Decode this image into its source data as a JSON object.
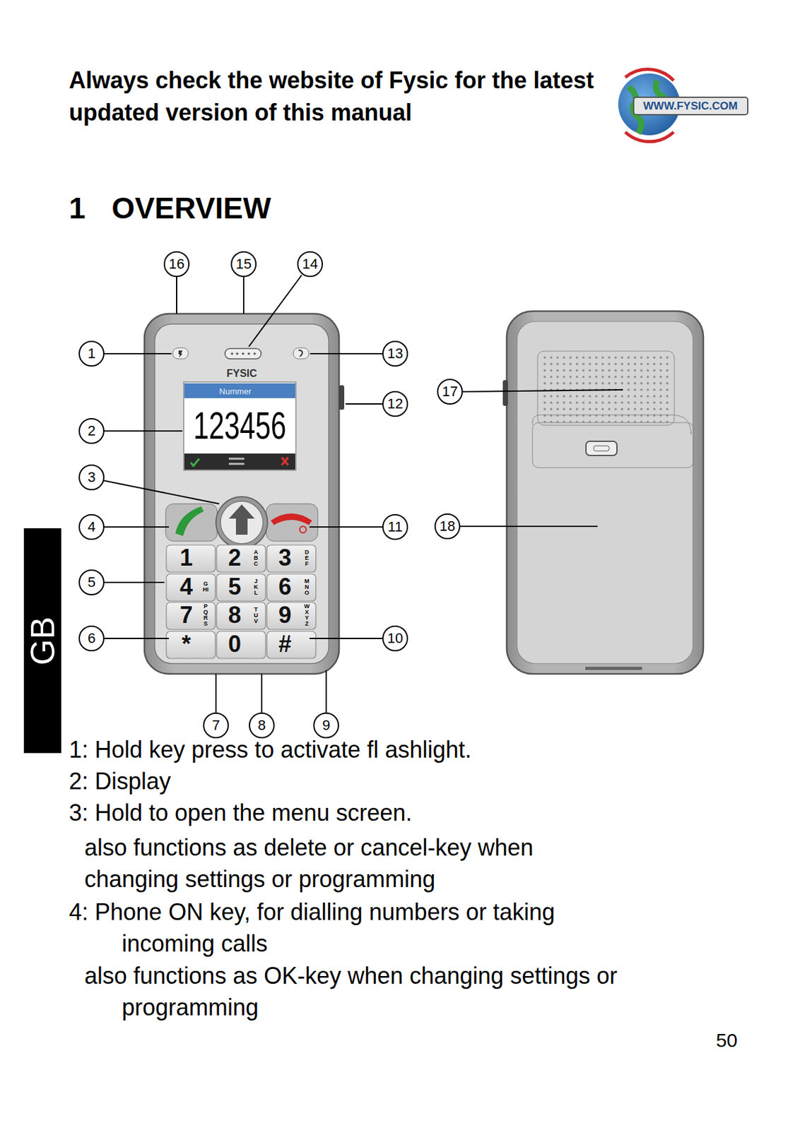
{
  "diagram": {
    "title": "1 OVERVIEW",
    "labels": [
      "Always check the website of Fysic for the latest updated version of this manual",
      "WWW.FYSIC.COM",
      "16",
      "15",
      "14",
      "1",
      "13",
      "12",
      "17",
      "2",
      "3",
      "4",
      "11",
      "18",
      "5",
      "6",
      "10",
      "7",
      "8",
      "9",
      "FYSIC",
      "Nummer",
      "123456",
      "1",
      "2",
      "ABC",
      "3",
      "DEF",
      "4",
      "GHI",
      "5",
      "JKL",
      "6",
      "MNO",
      "7",
      "PQRS",
      "8",
      "TUV",
      "9",
      "WXYZ",
      "*",
      "0",
      "#",
      "GB",
      "1: Hold key press to activate ﬂ ashlight.",
      "2: Display",
      "3: Hold to open the menu screen.",
      "also functions as delete or cancel-key when changing settings or programming",
      "4: Phone ON key, for dialling numbers or taking incoming calls",
      "also functions as OK-key when changing settings or programming",
      "50"
    ]
  }
}
